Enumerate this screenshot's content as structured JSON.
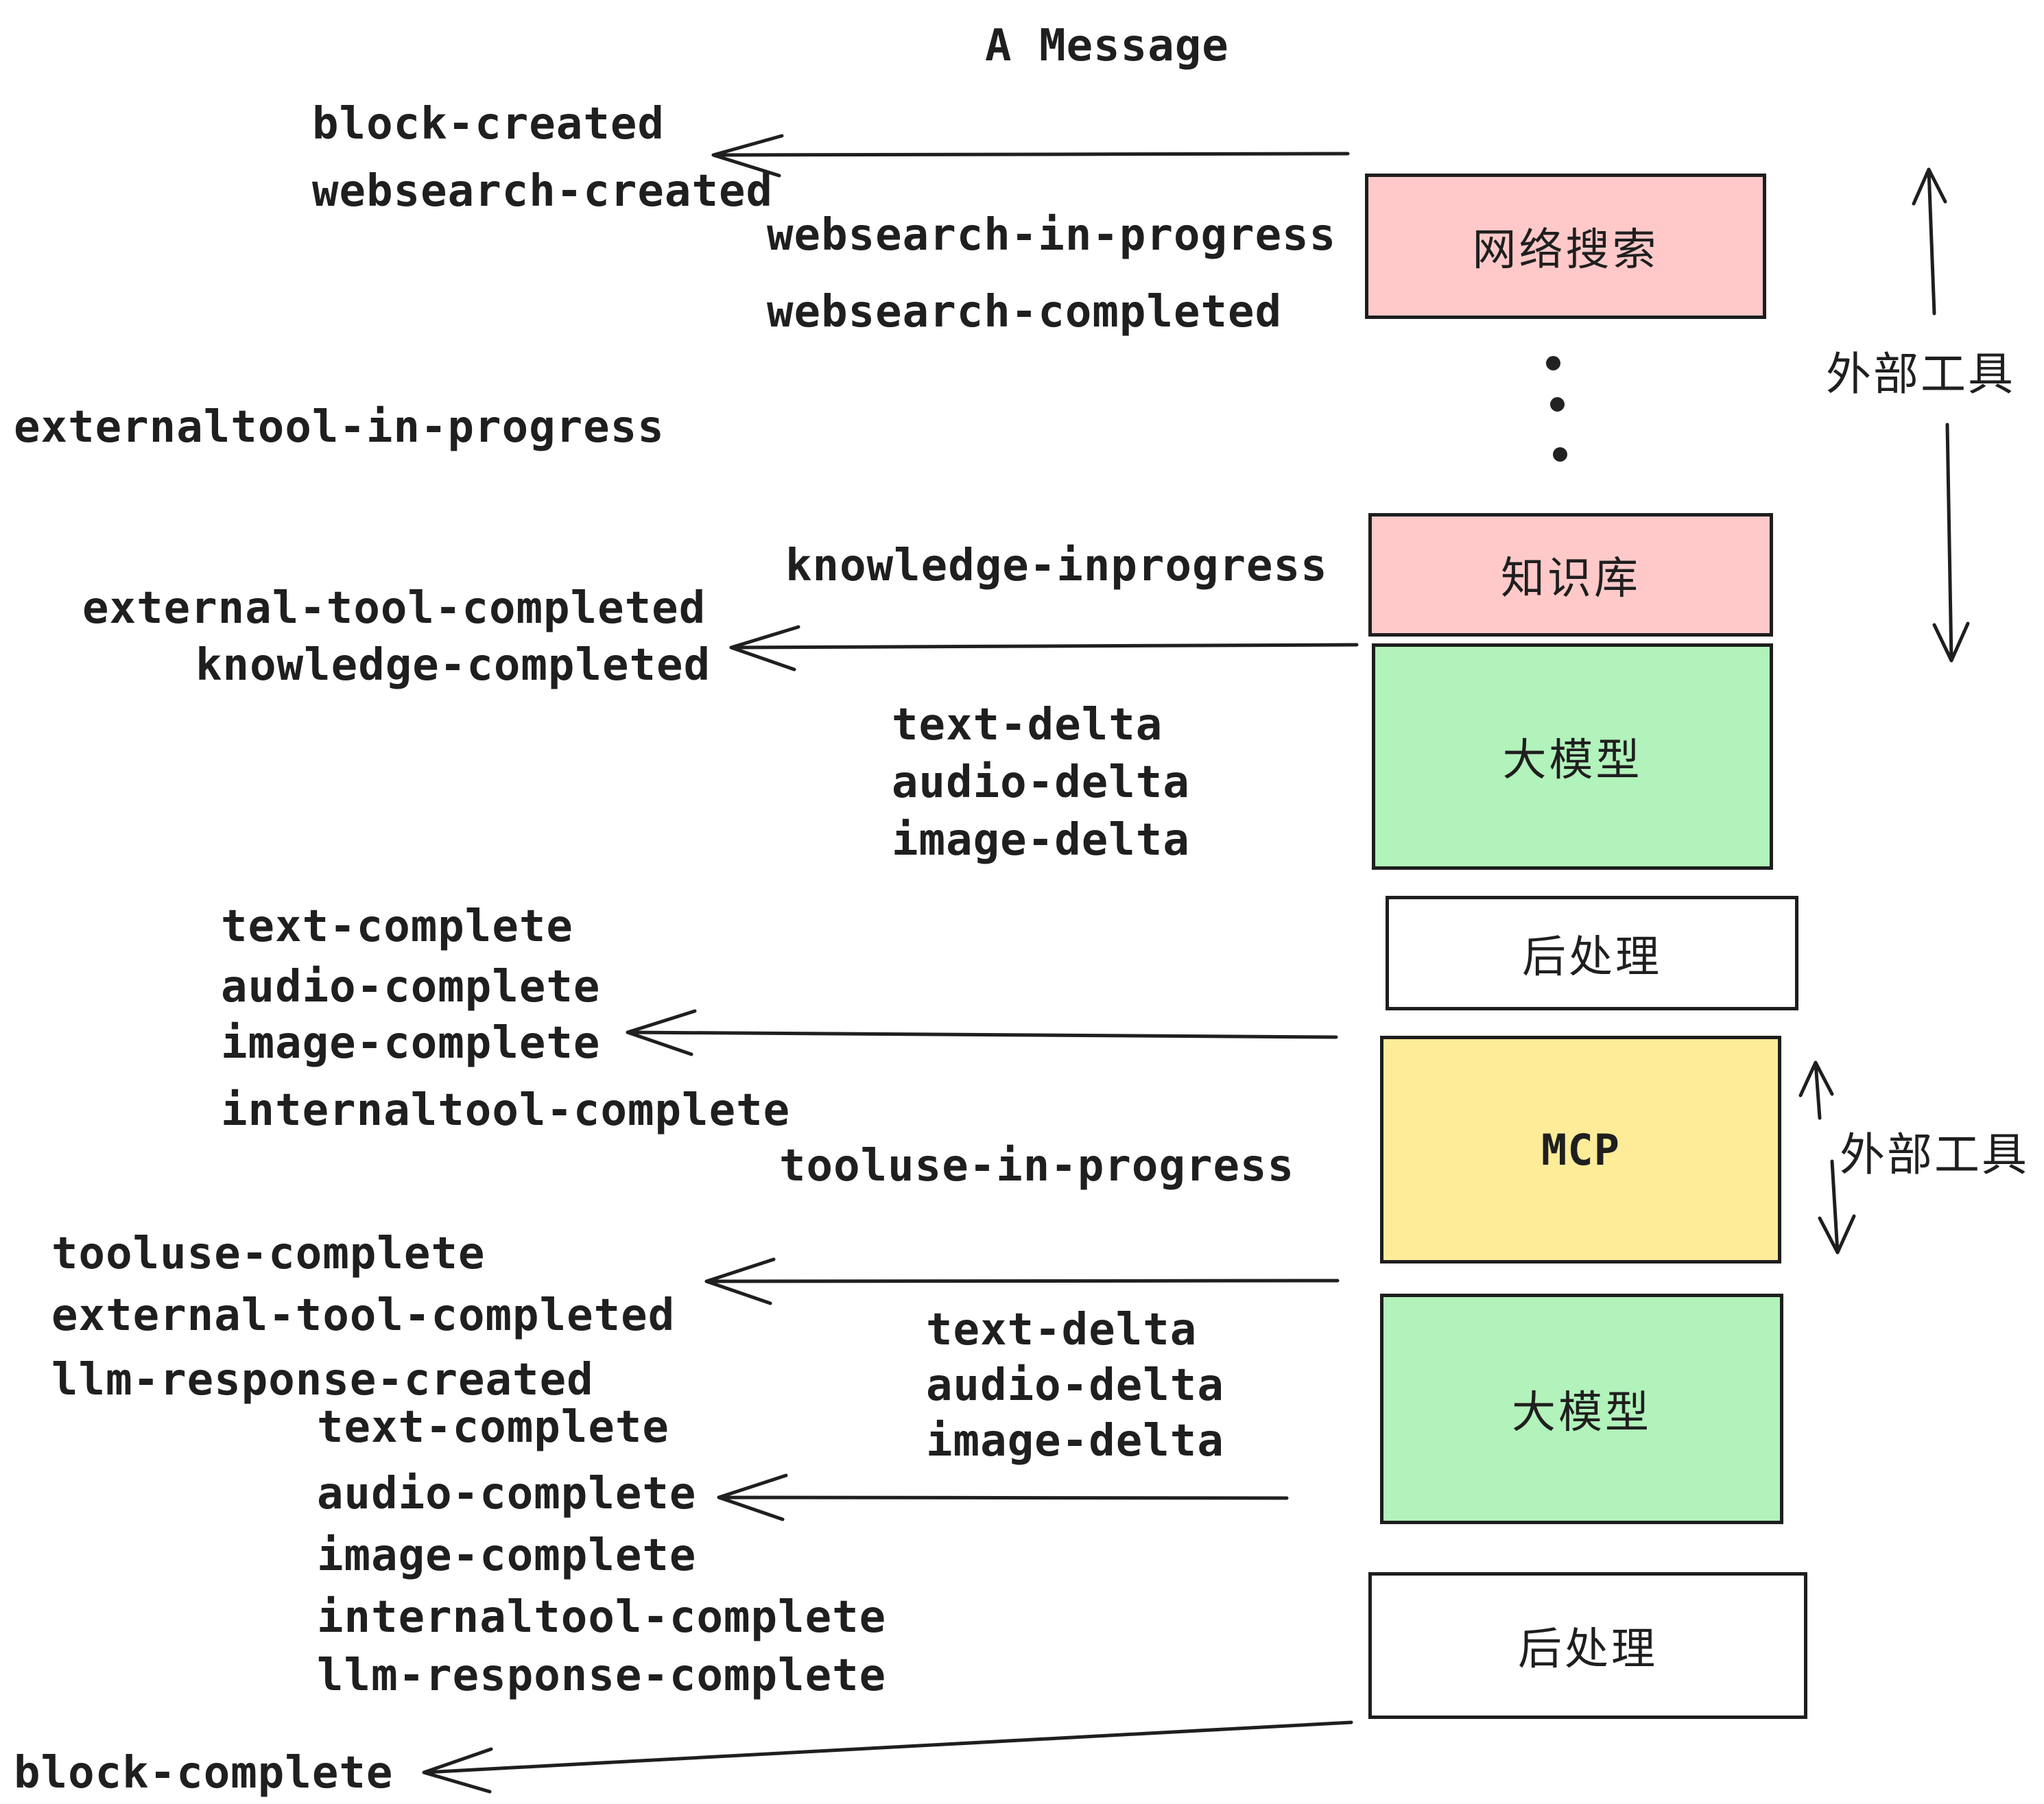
{
  "title": "A Message",
  "colors": {
    "box_pink": "#FFC9C9",
    "box_green": "#B2F2BB",
    "box_yellow": "#FFEC99",
    "box_white": "#FFFFFF",
    "stroke": "#1E1E1E",
    "text": "#1F1F1F"
  },
  "boxes": [
    {
      "id": "websearch",
      "label": "网络搜索"
    },
    {
      "id": "knowledge",
      "label": "知识库"
    },
    {
      "id": "llm-1",
      "label": "大模型"
    },
    {
      "id": "postprocess-1",
      "label": "后处理"
    },
    {
      "id": "mcp",
      "label": "MCP"
    },
    {
      "id": "llm-2",
      "label": "大模型"
    },
    {
      "id": "postprocess-2",
      "label": "后处理"
    }
  ],
  "side_labels": {
    "external_tools_top": "外部工具",
    "external_tools_bottom": "外部工具"
  },
  "decorations": {
    "vertical_ellipsis_dots": 3
  },
  "events": [
    {
      "id": "block-created",
      "text": "block-created"
    },
    {
      "id": "websearch-created",
      "text": "websearch-created"
    },
    {
      "id": "websearch-in-progress",
      "text": "websearch-in-progress"
    },
    {
      "id": "websearch-completed",
      "text": "websearch-completed"
    },
    {
      "id": "externaltool-in-progress",
      "text": "externaltool-in-progress"
    },
    {
      "id": "knowledge-inprogress",
      "text": "knowledge-inprogress"
    },
    {
      "id": "external-tool-completed-1",
      "text": "external-tool-completed"
    },
    {
      "id": "knowledge-completed",
      "text": "knowledge-completed"
    },
    {
      "id": "text-delta-1",
      "text": "text-delta"
    },
    {
      "id": "audio-delta-1",
      "text": "audio-delta"
    },
    {
      "id": "image-delta-1",
      "text": "image-delta"
    },
    {
      "id": "text-complete-1",
      "text": "text-complete"
    },
    {
      "id": "audio-complete-1",
      "text": "audio-complete"
    },
    {
      "id": "image-complete-1",
      "text": "image-complete"
    },
    {
      "id": "internaltool-complete-1",
      "text": "internaltool-complete"
    },
    {
      "id": "tooluse-in-progress",
      "text": "tooluse-in-progress"
    },
    {
      "id": "tooluse-complete",
      "text": "tooluse-complete"
    },
    {
      "id": "external-tool-completed-2",
      "text": "external-tool-completed"
    },
    {
      "id": "llm-response-created",
      "text": "llm-response-created"
    },
    {
      "id": "text-delta-2",
      "text": "text-delta"
    },
    {
      "id": "audio-delta-2",
      "text": "audio-delta"
    },
    {
      "id": "image-delta-2",
      "text": "image-delta"
    },
    {
      "id": "text-complete-2",
      "text": "text-complete"
    },
    {
      "id": "audio-complete-2",
      "text": "audio-complete"
    },
    {
      "id": "image-complete-2",
      "text": "image-complete"
    },
    {
      "id": "internaltool-complete-2",
      "text": "internaltool-complete"
    },
    {
      "id": "llm-response-complete",
      "text": "llm-response-complete"
    },
    {
      "id": "block-complete",
      "text": "block-complete"
    }
  ]
}
